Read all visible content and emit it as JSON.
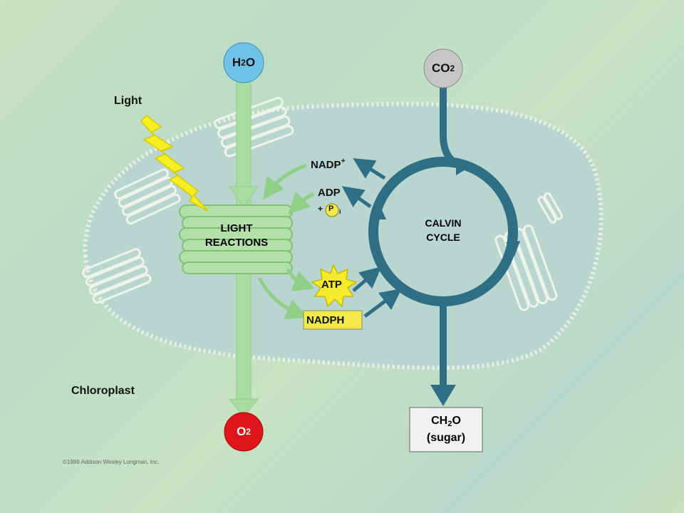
{
  "inputs": {
    "water": {
      "main": "H",
      "sub": "2",
      "tail": "O"
    },
    "carbon_dioxide": {
      "main": "CO",
      "sub": "2"
    }
  },
  "outputs": {
    "oxygen": {
      "main": "O",
      "sub": "2"
    },
    "sugar": {
      "formula_main": "CH",
      "formula_sub": "2",
      "formula_tail": "O",
      "name": "(sugar)"
    }
  },
  "labels": {
    "light": "Light",
    "light_reactions_line1": "LIGHT",
    "light_reactions_line2": "REACTIONS",
    "calvin_line1": "CALVIN",
    "calvin_line2": "CYCLE",
    "nadp": "NADP",
    "nadp_sup": "+",
    "adp": "ADP",
    "pi_prefix": "+",
    "pi": "P",
    "pi_sub": "i",
    "atp": "ATP",
    "nadph": "NADPH",
    "chloroplast": "Chloroplast",
    "copyright": "©1999 Addison Wesley Longman, Inc."
  },
  "colors": {
    "water_circle": "#6fc3e8",
    "co2_circle": "#c6c6c6",
    "o2_circle": "#e0141b",
    "calvin_cycle": "#2f6f86",
    "light_arrow": "#a9dca2",
    "lightning": "#f5ef22",
    "atp_burst": "#f5ea2c",
    "nadph_box": "#f3e94a",
    "chloroplast_fill": "#b9d5d0"
  }
}
